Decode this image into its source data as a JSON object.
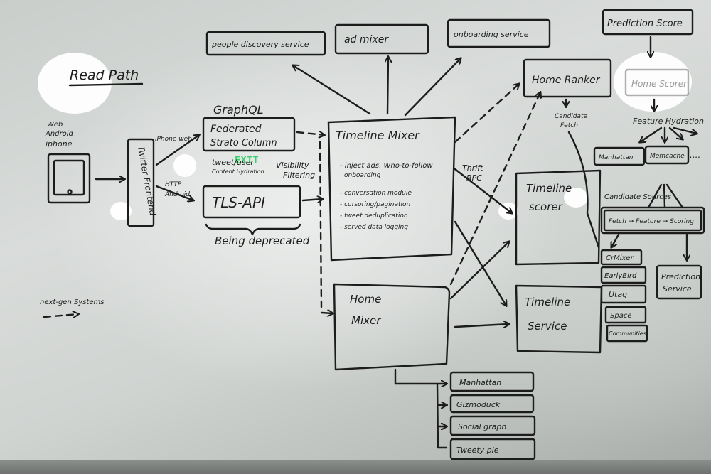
{
  "read_path": {
    "title": "Read Path"
  },
  "clients": {
    "web": "Web",
    "android": "Android",
    "iphone": "iphone"
  },
  "twitter_frontend": {
    "label": "Twitter Frontend"
  },
  "edges": {
    "iphone_web": "iPhone web",
    "http": "HTTP",
    "android": "Android",
    "thrift_rpc_1": "Thrift",
    "thrift_rpc_2": "RPC"
  },
  "graphql": {
    "label": "GraphQL"
  },
  "federated": {
    "line1": "Federated",
    "line2": "Strato Column"
  },
  "tweet_user": {
    "line1": "tweet/user",
    "line2": "Content Hydration"
  },
  "visibility": {
    "line1": "Visibility",
    "line2": "Filtering"
  },
  "tls_api": {
    "label": "TLS-API"
  },
  "deprecated": {
    "label": "Being deprecated"
  },
  "top_services": {
    "people_discovery": "people discovery service",
    "ad_mixer": "ad mixer",
    "onboarding": "onboarding service"
  },
  "timeline_mixer": {
    "title": "Timeline Mixer",
    "items": [
      "- inject ads, Who-to-follow",
      "onboarding",
      "- conversation module",
      "- cursoring/pagination",
      "- tweet deduplication",
      "- served data logging"
    ]
  },
  "home_mixer": {
    "line1": "Home",
    "line2": "Mixer"
  },
  "home_ranker": {
    "label": "Home Ranker"
  },
  "candidate_fetch": {
    "line1": "Candidate",
    "line2": "Fetch"
  },
  "timeline_scorer": {
    "line1": "Timeline",
    "line2": "scorer"
  },
  "timeline_service": {
    "line1": "Timeline",
    "line2": "Service"
  },
  "prediction_score": {
    "label": "Prediction Score"
  },
  "home_scorer": {
    "label": "Home Scorer"
  },
  "feature_hydration": {
    "label": "Feature Hydration"
  },
  "feature_sources": {
    "manhattan": "Manhattan",
    "memcache": "Memcache",
    "more": "...."
  },
  "candidate_sources": {
    "label": "Candidate Sources"
  },
  "pipeline": {
    "label": "Fetch → Feature → Scoring"
  },
  "sources": [
    "CrMixer",
    "EarlyBird",
    "Utag",
    "Space",
    "Communities"
  ],
  "prediction_service": {
    "line1": "Prediction",
    "line2": "Service"
  },
  "stores": [
    "Manhattan",
    "Gizmoduck",
    "Social graph",
    "Tweety pie"
  ],
  "legend": {
    "label": "next-gen Systems"
  },
  "exit_sign": {
    "label": "EXIT"
  }
}
